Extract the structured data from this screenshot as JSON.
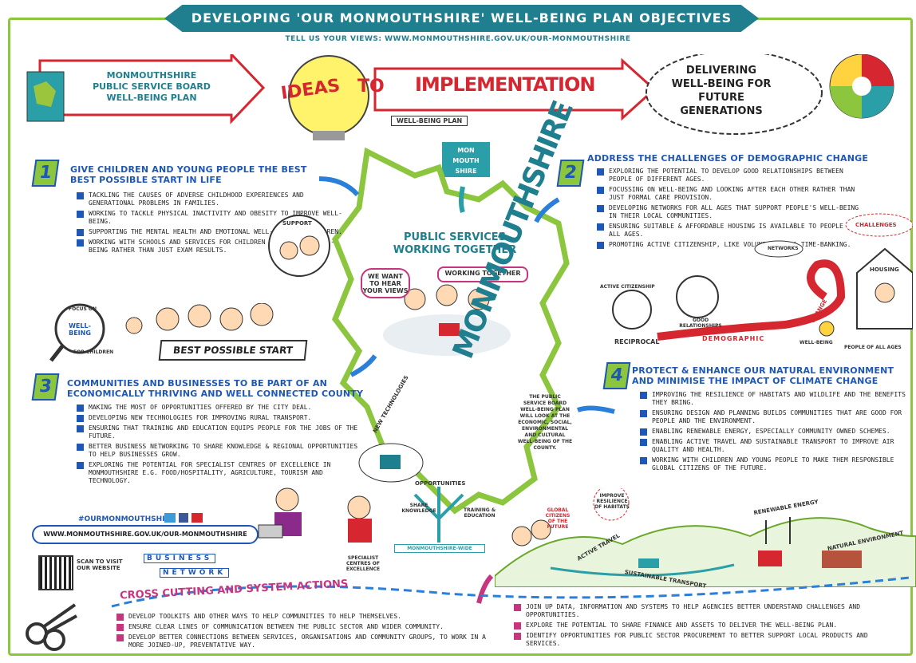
{
  "header": {
    "title": "DEVELOPING 'OUR MONMOUTHSHIRE' WELL-BEING PLAN OBJECTIVES TOGETHER",
    "views": "TELL US YOUR VIEWS: WWW.MONMOUTHSHIRE.GOV.UK/OUR-MONMOUTHSHIRE"
  },
  "top": {
    "psb": "MONMOUTHSHIRE PUBLIC SERVICE BOARD WELL-BEING PLAN",
    "ideas": "IDEAS",
    "to": "TO",
    "implementation": "IMPLEMENTATION",
    "wellbeing_plan": "WELL-BEING PLAN",
    "delivering": "DELIVERING WELL-BEING FOR FUTURE GENERATIONS"
  },
  "logo": {
    "line1": "MON",
    "line2": "MOUTH",
    "line3": "SHIRE"
  },
  "center": {
    "title": "PUBLIC SERVICES WORKING TOGETHER",
    "hear": "WE WANT TO HEAR YOUR VIEWS",
    "working": "WORKING TOGETHER",
    "county": "MONMOUTHSHIRE",
    "note": "THE PUBLIC SERVICE BOARD WELL-BEING PLAN WILL LOOK AT THE ECONOMIC, SOCIAL, ENVIRONMENTAL AND CULTURAL WELL-BEING OF THE COUNTY."
  },
  "obj1": {
    "num": "1",
    "title": "GIVE CHILDREN AND YOUNG PEOPLE THE BEST BEST POSSIBLE START IN LIFE",
    "items": [
      "TACKLING THE CAUSES OF ADVERSE CHILDHOOD EXPERIENCES AND GENERATIONAL PROBLEMS IN FAMILIES.",
      "WORKING TO TACKLE PHYSICAL INACTIVITY AND OBESITY TO IMPROVE WELL-BEING.",
      "SUPPORTING THE MENTAL HEALTH AND EMOTIONAL WELL-BEING OF CHILDREN.",
      "WORKING WITH SCHOOLS AND SERVICES FOR CHILDREN TO FOCUS ON WELL-BEING RATHER THAN JUST EXAM RESULTS."
    ],
    "support": "SUPPORT",
    "focus_on": "FOCUS ON",
    "well_being": "WELL-BEING",
    "for_children": "FOR CHILDREN",
    "best_start": "BEST POSSIBLE START"
  },
  "obj2": {
    "num": "2",
    "title": "ADDRESS THE CHALLENGES OF DEMOGRAPHIC CHANGE",
    "items": [
      "EXPLORING THE POTENTIAL TO DEVELOP GOOD RELATIONSHIPS BETWEEN PEOPLE OF DIFFERENT AGES.",
      "FOCUSSING ON WELL-BEING AND LOOKING AFTER EACH OTHER RATHER THAN JUST FORMAL CARE PROVISION.",
      "DEVELOPING NETWORKS FOR ALL AGES THAT SUPPORT PEOPLE'S WELL-BEING IN THEIR LOCAL COMMUNITIES.",
      "ENSURING SUITABLE & AFFORDABLE HOUSING IS AVAILABLE TO PEOPLE OF ALL AGES.",
      "PROMOTING ACTIVE CITIZENSHIP, LIKE VOLUNTEERING & TIME-BANKING."
    ],
    "challenges": "CHALLENGES",
    "networks": "NETWORKS",
    "housing": "HOUSING",
    "active_citizenship": "ACTIVE CITIZENSHIP",
    "good_relationships": "GOOD RELATIONSHIPS",
    "reciprocal": "RECIPROCAL",
    "demographic": "DEMOGRAPHIC",
    "change": "CHANGE",
    "well_being": "WELL-BEING",
    "all_ages": "PEOPLE OF ALL AGES"
  },
  "obj3": {
    "num": "3",
    "title": "COMMUNITIES AND BUSINESSES TO BE PART OF AN ECONOMICALLY THRIVING AND WELL CONNECTED COUNTY",
    "items": [
      "MAKING THE MOST OF OPPORTUNITIES OFFERED BY THE CITY DEAL.",
      "DEVELOPING NEW TECHNOLOGIES FOR IMPROVING RURAL TRANSPORT.",
      "ENSURING THAT TRAINING AND EDUCATION EQUIPS PEOPLE FOR THE JOBS OF THE FUTURE.",
      "BETTER BUSINESS NETWORKING TO SHARE KNOWLEDGE & REGIONAL OPPORTUNITIES TO HELP BUSINESSES GROW.",
      "EXPLORING THE POTENTIAL FOR SPECIALIST CENTRES OF EXCELLENCE IN MONMOUTHSHIRE E.G. FOOD/HOSPITALITY, AGRICULTURE, TOURISM AND TECHNOLOGY."
    ],
    "hashtag": "#OURMONMOUTHSHIRE",
    "url": "WWW.MONMOUTHSHIRE.GOV.UK/OUR-MONMOUTHSHIRE",
    "scan": "SCAN TO VISIT OUR WEBSITE",
    "business": "BUSINESS",
    "network": "NETWORK",
    "new_tech": "NEW TECHNOLOGIES",
    "opportunities": "OPPORTUNITIES",
    "share": "SHARE KNOWLEDGE",
    "training": "TRAINING & EDUCATION",
    "mon_wide": "MONMOUTHSHIRE-WIDE",
    "specialist": "SPECIALIST CENTRES OF EXCELLENCE"
  },
  "obj4": {
    "num": "4",
    "title": "PROTECT & ENHANCE OUR NATURAL ENVIRONMENT AND MINIMISE THE IMPACT OF CLIMATE CHANGE",
    "items": [
      "IMPROVING THE RESILIENCE OF HABITATS AND WILDLIFE AND THE BENEFITS THEY BRING.",
      "ENSURING DESIGN AND PLANNING BUILDS COMMUNITIES THAT ARE GOOD FOR PEOPLE AND THE ENVIRONMENT.",
      "ENABLING RENEWABLE ENERGY, ESPECIALLY COMMUNITY OWNED SCHEMES.",
      "ENABLING ACTIVE TRAVEL AND SUSTAINABLE TRANSPORT TO IMPROVE AIR QUALITY AND HEALTH.",
      "WORKING WITH CHILDREN AND YOUNG PEOPLE TO MAKE THEM RESPONSIBLE GLOBAL CITIZENS OF THE FUTURE."
    ],
    "improve": "IMPROVE RESILIENCE OF HABITATS",
    "global": "GLOBAL CITIZENS OF THE FUTURE",
    "renewable": "RENEWABLE ENERGY",
    "natural": "NATURAL ENVIRONMENT",
    "active_travel": "ACTIVE TRAVEL",
    "sustainable": "SUSTAINABLE TRANSPORT"
  },
  "cross": {
    "title": "CROSS CUTTING AND SYSTEM ACTIONS",
    "left": [
      "DEVELOP TOOLKITS AND OTHER WAYS TO HELP COMMUNITIES TO HELP THEMSELVES.",
      "ENSURE CLEAR LINES OF COMMUNICATION BETWEEN THE PUBLIC SECTOR AND WIDER COMMUNITY.",
      "DEVELOP BETTER CONNECTIONS BETWEEN SERVICES, ORGANISATIONS AND COMMUNITY GROUPS, TO WORK IN A MORE JOINED-UP, PREVENTATIVE WAY."
    ],
    "right": [
      "JOIN UP DATA, INFORMATION AND SYSTEMS TO HELP AGENCIES BETTER UNDERSTAND CHALLENGES AND OPPORTUNITIES.",
      "EXPLORE THE POTENTIAL TO SHARE FINANCE AND ASSETS TO DELIVER THE WELL-BEING PLAN.",
      "IDENTIFY OPPORTUNITIES FOR PUBLIC SECTOR PROCUREMENT TO BETTER SUPPORT LOCAL PRODUCTS AND SERVICES."
    ]
  },
  "colors": {
    "teal": "#1f7f8f",
    "blue": "#1e57b5",
    "green": "#8cc63f",
    "pink": "#c8357f",
    "red": "#d6262f"
  }
}
